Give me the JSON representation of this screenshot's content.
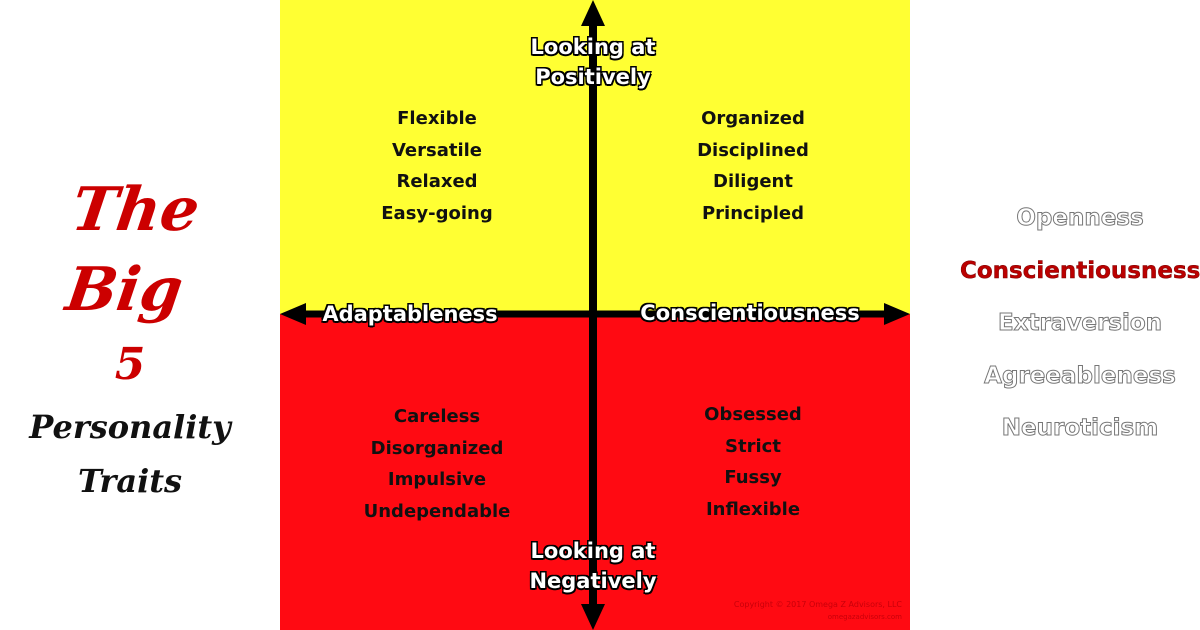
{
  "left_title": {
    "line1": "The Big",
    "line2": "5",
    "line3": "Personality",
    "line4": "Traits"
  },
  "axes": {
    "top": [
      "Looking at",
      "Positively"
    ],
    "bottom": [
      "Looking at",
      "Negatively"
    ],
    "left": "Adaptableness",
    "right": "Conscientiousness"
  },
  "quadrants": {
    "top_left": [
      "Flexible",
      "Versatile",
      "Relaxed",
      "Easy-going"
    ],
    "top_right": [
      "Organized",
      "Disciplined",
      "Diligent",
      "Principled"
    ],
    "bottom_left": [
      "Careless",
      "Disorganized",
      "Impulsive",
      "Undependable"
    ],
    "bottom_right": [
      "Obsessed",
      "Strict",
      "Fussy",
      "Inflexible"
    ]
  },
  "traits": [
    {
      "label": "Openness"
    },
    {
      "label": "Conscientiousness",
      "active": true
    },
    {
      "label": "Extraversion"
    },
    {
      "label": "Agreeableness"
    },
    {
      "label": "Neuroticism"
    }
  ],
  "copyright": {
    "line1": "Copyright © 2017 Omega Z Advisors, LLC",
    "line2": "omegazadvisors.com"
  },
  "colors": {
    "positive": "#ffff33",
    "negative": "#ff0a12",
    "highlight": "#bb0000"
  }
}
